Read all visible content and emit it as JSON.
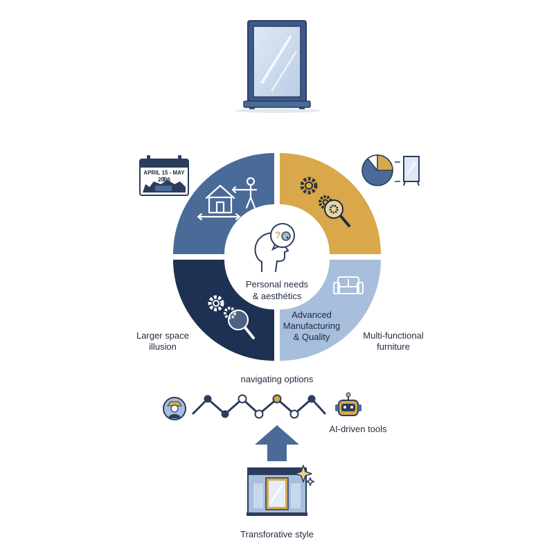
{
  "calendar": {
    "line1": "APRIL 15 - MAY 5",
    "line2": "2006"
  },
  "center": {
    "label": "Personal needs\n& aesthétics"
  },
  "segments": {
    "advanced_label": "Advanced\nManufacturing\n& Quality"
  },
  "side_labels": {
    "left": "Larger space\nillusion",
    "right": "Multi-functional\nfurniture"
  },
  "path": {
    "label": "navigating options",
    "ai_label": "AI-driven tools"
  },
  "bottom": {
    "label": "Transforative style"
  },
  "colors": {
    "top_left": "#4a6a97",
    "top_right": "#d8a84a",
    "bottom_left": "#1e3152",
    "bottom_right": "#a7bedc",
    "accent_gold": "#d8a84a",
    "navy": "#2b3c5c"
  }
}
